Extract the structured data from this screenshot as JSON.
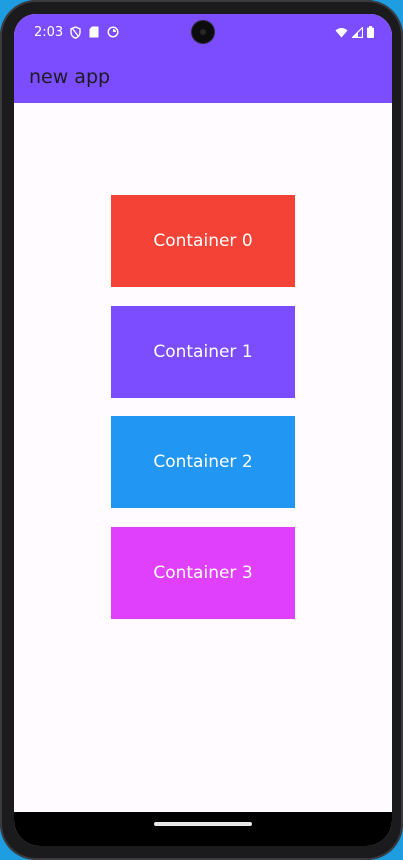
{
  "status_bar": {
    "time": "2:03",
    "left_icons": [
      "shield-icon",
      "sd-card-icon",
      "data-saver-icon"
    ],
    "right_icons": [
      "wifi-icon",
      "signal-icon",
      "battery-icon"
    ]
  },
  "app_bar": {
    "title": "new app"
  },
  "containers": [
    {
      "label": "Container 0",
      "color": "#f44336"
    },
    {
      "label": "Container 1",
      "color": "#7c4dff"
    },
    {
      "label": "Container 2",
      "color": "#2196f3"
    },
    {
      "label": "Container 3",
      "color": "#e040fb"
    }
  ],
  "colors": {
    "primary": "#7c4dff",
    "background": "#fffbfe",
    "frame": "#1e9ee0"
  }
}
